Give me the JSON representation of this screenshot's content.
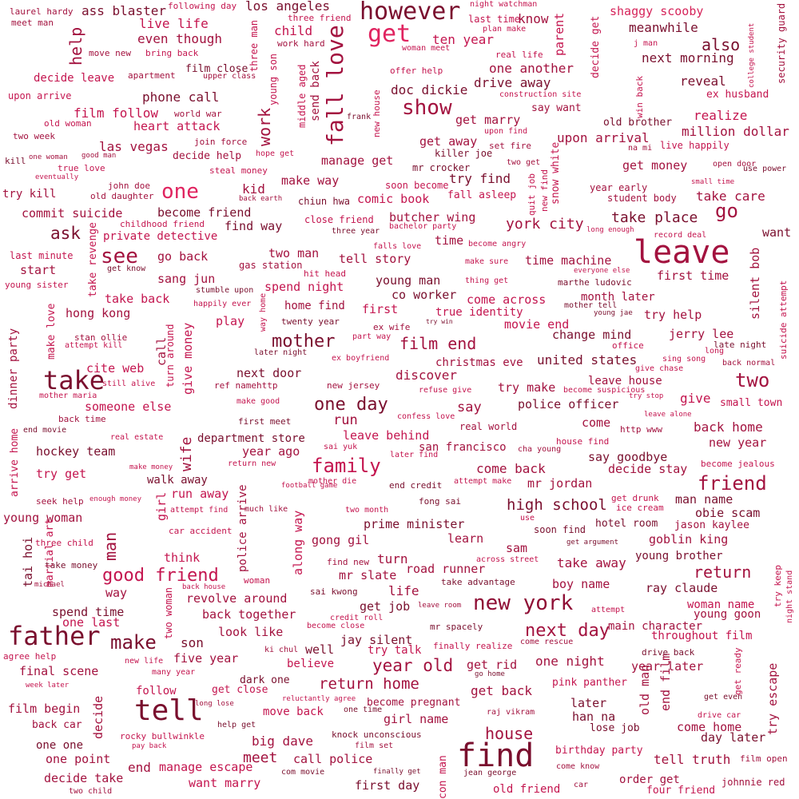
{
  "palette": [
    "#7a0f2e",
    "#a3123f",
    "#c4154f",
    "#e0235f",
    "#d6245a",
    "#8f0e35"
  ],
  "words": [
    {
      "text": "however"
    },
    {
      "text": "leave"
    },
    {
      "text": "find"
    },
    {
      "text": "take"
    },
    {
      "text": "father"
    },
    {
      "text": "tell"
    },
    {
      "text": "fall love"
    },
    {
      "text": "get"
    },
    {
      "text": "show"
    },
    {
      "text": "one"
    },
    {
      "text": "see"
    },
    {
      "text": "new york"
    },
    {
      "text": "make"
    },
    {
      "text": "family"
    },
    {
      "text": "two"
    },
    {
      "text": "go"
    },
    {
      "text": "friend"
    },
    {
      "text": "good friend"
    },
    {
      "text": "next day"
    },
    {
      "text": "one day"
    },
    {
      "text": "mother"
    },
    {
      "text": "work"
    },
    {
      "text": "help"
    },
    {
      "text": "man"
    },
    {
      "text": "year old"
    },
    {
      "text": "film end"
    },
    {
      "text": "high school"
    },
    {
      "text": "ask"
    },
    {
      "text": "return home"
    },
    {
      "text": "house"
    },
    {
      "text": "meet"
    },
    {
      "text": "return"
    },
    {
      "text": "also"
    },
    {
      "text": "york city"
    },
    {
      "text": "take place"
    },
    {
      "text": "wife"
    },
    {
      "text": "los angeles"
    },
    {
      "text": "ass blaster"
    },
    {
      "text": "live life"
    },
    {
      "text": "even though"
    },
    {
      "text": "child"
    },
    {
      "text": "ten year"
    },
    {
      "text": "know"
    },
    {
      "text": "shaggy scooby"
    },
    {
      "text": "meanwhile"
    },
    {
      "text": "next morning"
    },
    {
      "text": "reveal"
    },
    {
      "text": "doc dickie"
    },
    {
      "text": "one another"
    },
    {
      "text": "drive away"
    },
    {
      "text": "decide leave"
    },
    {
      "text": "phone call"
    },
    {
      "text": "film follow"
    },
    {
      "text": "heart attack"
    },
    {
      "text": "las vegas"
    },
    {
      "text": "realize"
    },
    {
      "text": "million dollar"
    },
    {
      "text": "upon arrival"
    },
    {
      "text": "get marry"
    },
    {
      "text": "get away"
    },
    {
      "text": "manage get"
    },
    {
      "text": "make way"
    },
    {
      "text": "try find"
    },
    {
      "text": "get money"
    },
    {
      "text": "take care"
    },
    {
      "text": "kid"
    },
    {
      "text": "comic book"
    },
    {
      "text": "commit suicide"
    },
    {
      "text": "become friend"
    },
    {
      "text": "butcher wing"
    },
    {
      "text": "find way"
    },
    {
      "text": "private detective"
    },
    {
      "text": "time"
    },
    {
      "text": "want"
    },
    {
      "text": "two man"
    },
    {
      "text": "tell story"
    },
    {
      "text": "time machine"
    },
    {
      "text": "go back"
    },
    {
      "text": "first time"
    },
    {
      "text": "start"
    },
    {
      "text": "sang jun"
    },
    {
      "text": "spend night"
    },
    {
      "text": "young man"
    },
    {
      "text": "co worker"
    },
    {
      "text": "take back"
    },
    {
      "text": "home find"
    },
    {
      "text": "first"
    },
    {
      "text": "come across"
    },
    {
      "text": "month later"
    },
    {
      "text": "hong kong"
    },
    {
      "text": "play"
    },
    {
      "text": "true identity"
    },
    {
      "text": "try help"
    },
    {
      "text": "movie end"
    },
    {
      "text": "change mind"
    },
    {
      "text": "jerry lee"
    },
    {
      "text": "christmas eve"
    },
    {
      "text": "united states"
    },
    {
      "text": "cite web"
    },
    {
      "text": "next door"
    },
    {
      "text": "discover"
    },
    {
      "text": "leave house"
    },
    {
      "text": "try make"
    },
    {
      "text": "give"
    },
    {
      "text": "someone else"
    },
    {
      "text": "run"
    },
    {
      "text": "say"
    },
    {
      "text": "police officer"
    },
    {
      "text": "small town"
    },
    {
      "text": "come"
    },
    {
      "text": "back home"
    },
    {
      "text": "department store"
    },
    {
      "text": "leave behind"
    },
    {
      "text": "san francisco"
    },
    {
      "text": "new year"
    },
    {
      "text": "hockey team"
    },
    {
      "text": "year ago"
    },
    {
      "text": "say goodbye"
    },
    {
      "text": "come back"
    },
    {
      "text": "decide stay"
    },
    {
      "text": "try get"
    },
    {
      "text": "walk away"
    },
    {
      "text": "mr jordan"
    },
    {
      "text": "run away"
    },
    {
      "text": "man name"
    },
    {
      "text": "obie scam"
    },
    {
      "text": "young woman"
    },
    {
      "text": "prime minister"
    },
    {
      "text": "gong gil"
    },
    {
      "text": "learn"
    },
    {
      "text": "hotel room"
    },
    {
      "text": "jason kaylee"
    },
    {
      "text": "goblin king"
    },
    {
      "text": "sam"
    },
    {
      "text": "think"
    },
    {
      "text": "turn"
    },
    {
      "text": "young brother"
    },
    {
      "text": "mr slate"
    },
    {
      "text": "road runner"
    },
    {
      "text": "take away"
    },
    {
      "text": "way"
    },
    {
      "text": "revolve around"
    },
    {
      "text": "life"
    },
    {
      "text": "boy name"
    },
    {
      "text": "ray claude"
    },
    {
      "text": "get job"
    },
    {
      "text": "woman name"
    },
    {
      "text": "spend time"
    },
    {
      "text": "one last"
    },
    {
      "text": "back together"
    },
    {
      "text": "young goon"
    },
    {
      "text": "main character"
    },
    {
      "text": "son"
    },
    {
      "text": "look like"
    },
    {
      "text": "jay silent"
    },
    {
      "text": "throughout film"
    },
    {
      "text": "five year"
    },
    {
      "text": "well"
    },
    {
      "text": "try talk"
    },
    {
      "text": "final scene"
    },
    {
      "text": "believe"
    },
    {
      "text": "get rid"
    },
    {
      "text": "one night"
    },
    {
      "text": "year later"
    },
    {
      "text": "dark one"
    },
    {
      "text": "pink panther"
    },
    {
      "text": "get back"
    },
    {
      "text": "film begin"
    },
    {
      "text": "follow"
    },
    {
      "text": "get close"
    },
    {
      "text": "later"
    },
    {
      "text": "move back"
    },
    {
      "text": "become pregnant"
    },
    {
      "text": "han na"
    },
    {
      "text": "back car"
    },
    {
      "text": "girl name"
    },
    {
      "text": "come home"
    },
    {
      "text": "lose job"
    },
    {
      "text": "day later"
    },
    {
      "text": "one one"
    },
    {
      "text": "big dave"
    },
    {
      "text": "one point"
    },
    {
      "text": "call police"
    },
    {
      "text": "birthday party"
    },
    {
      "text": "tell truth"
    },
    {
      "text": "end"
    },
    {
      "text": "manage escape"
    },
    {
      "text": "decide take"
    },
    {
      "text": "want marry"
    },
    {
      "text": "first day"
    },
    {
      "text": "old friend"
    },
    {
      "text": "order get"
    },
    {
      "text": "four friend"
    },
    {
      "text": "johnnie red"
    },
    {
      "text": "silent bob"
    },
    {
      "text": "call"
    },
    {
      "text": "give money"
    },
    {
      "text": "police arrive"
    },
    {
      "text": "along way"
    },
    {
      "text": "parent"
    },
    {
      "text": "decide get"
    },
    {
      "text": "old man"
    },
    {
      "text": "end film"
    },
    {
      "text": "try escape"
    },
    {
      "text": "decide"
    },
    {
      "text": "tai hoi"
    },
    {
      "text": "girl"
    },
    {
      "text": "dinner party"
    },
    {
      "text": "send back"
    },
    {
      "text": "snow white"
    },
    {
      "text": "security guard"
    },
    {
      "text": "take revenge"
    },
    {
      "text": "make love"
    },
    {
      "text": "arrive home"
    },
    {
      "text": "martial art"
    },
    {
      "text": "two woman"
    },
    {
      "text": "con man"
    },
    {
      "text": "turn around"
    },
    {
      "text": "middle aged"
    },
    {
      "text": "young son"
    },
    {
      "text": "three man"
    },
    {
      "text": "new house"
    },
    {
      "text": "new find"
    },
    {
      "text": "quit job"
    },
    {
      "text": "win back"
    },
    {
      "text": "get ready"
    },
    {
      "text": "try keep"
    },
    {
      "text": "night stand"
    },
    {
      "text": "suicide attempt"
    },
    {
      "text": "college student"
    },
    {
      "text": "way home"
    },
    {
      "text": "laurel hardy"
    },
    {
      "text": "meet man"
    },
    {
      "text": "following day"
    },
    {
      "text": "three friend"
    },
    {
      "text": "night watchman"
    },
    {
      "text": "last time"
    },
    {
      "text": "plan make"
    },
    {
      "text": "work hard"
    },
    {
      "text": "woman meet"
    },
    {
      "text": "j man"
    },
    {
      "text": "move new"
    },
    {
      "text": "bring back"
    },
    {
      "text": "real life"
    },
    {
      "text": "film close"
    },
    {
      "text": "apartment"
    },
    {
      "text": "upper class"
    },
    {
      "text": "offer help"
    },
    {
      "text": "upon arrive"
    },
    {
      "text": "world war"
    },
    {
      "text": "construction site"
    },
    {
      "text": "say want"
    },
    {
      "text": "ex husband"
    },
    {
      "text": "frank"
    },
    {
      "text": "old brother"
    },
    {
      "text": "old woman"
    },
    {
      "text": "two week"
    },
    {
      "text": "upon find"
    },
    {
      "text": "join force"
    },
    {
      "text": "set fire"
    },
    {
      "text": "na mi"
    },
    {
      "text": "live happily"
    },
    {
      "text": "decide help"
    },
    {
      "text": "killer joe"
    },
    {
      "text": "one woman"
    },
    {
      "text": "good man"
    },
    {
      "text": "kill"
    },
    {
      "text": "hope get"
    },
    {
      "text": "two get"
    },
    {
      "text": "open door"
    },
    {
      "text": "use power"
    },
    {
      "text": "true love"
    },
    {
      "text": "steal money"
    },
    {
      "text": "mr crocker"
    },
    {
      "text": "eventually"
    },
    {
      "text": "soon become"
    },
    {
      "text": "small time"
    },
    {
      "text": "john doe"
    },
    {
      "text": "year early"
    },
    {
      "text": "try kill"
    },
    {
      "text": "old daughter"
    },
    {
      "text": "back earth"
    },
    {
      "text": "chiun hwa"
    },
    {
      "text": "fall asleep"
    },
    {
      "text": "student body"
    },
    {
      "text": "childhood friend"
    },
    {
      "text": "close friend"
    },
    {
      "text": "bachelor party"
    },
    {
      "text": "three year"
    },
    {
      "text": "long enough"
    },
    {
      "text": "record deal"
    },
    {
      "text": "falls love"
    },
    {
      "text": "become angry"
    },
    {
      "text": "last minute"
    },
    {
      "text": "gas station"
    },
    {
      "text": "get know"
    },
    {
      "text": "make sure"
    },
    {
      "text": "everyone else"
    },
    {
      "text": "hit head"
    },
    {
      "text": "young sister"
    },
    {
      "text": "thing get"
    },
    {
      "text": "marthe ludovic"
    },
    {
      "text": "stumble upon"
    },
    {
      "text": "happily ever"
    },
    {
      "text": "mother tell"
    },
    {
      "text": "twenty year"
    },
    {
      "text": "try win"
    },
    {
      "text": "young jae"
    },
    {
      "text": "ex wife"
    },
    {
      "text": "part way"
    },
    {
      "text": "stan ollie"
    },
    {
      "text": "attempt kill"
    },
    {
      "text": "office"
    },
    {
      "text": "late night"
    },
    {
      "text": "later night"
    },
    {
      "text": "sing song"
    },
    {
      "text": "long"
    },
    {
      "text": "ex boyfriend"
    },
    {
      "text": "back normal"
    },
    {
      "text": "give chase"
    },
    {
      "text": "mother maria"
    },
    {
      "text": "still alive"
    },
    {
      "text": "ref namehttp"
    },
    {
      "text": "new jersey"
    },
    {
      "text": "refuse give"
    },
    {
      "text": "become suspicious"
    },
    {
      "text": "try stop"
    },
    {
      "text": "make good"
    },
    {
      "text": "back time"
    },
    {
      "text": "first meet"
    },
    {
      "text": "confess love"
    },
    {
      "text": "leave alone"
    },
    {
      "text": "end movie"
    },
    {
      "text": "real world"
    },
    {
      "text": "http www"
    },
    {
      "text": "real estate"
    },
    {
      "text": "sai yuk"
    },
    {
      "text": "later find"
    },
    {
      "text": "cha young"
    },
    {
      "text": "house find"
    },
    {
      "text": "make money"
    },
    {
      "text": "return new"
    },
    {
      "text": "become jealous"
    },
    {
      "text": "mother die"
    },
    {
      "text": "football game"
    },
    {
      "text": "end credit"
    },
    {
      "text": "attempt make"
    },
    {
      "text": "seek help"
    },
    {
      "text": "enough money"
    },
    {
      "text": "fong sai"
    },
    {
      "text": "get drunk"
    },
    {
      "text": "ice cream"
    },
    {
      "text": "attempt find"
    },
    {
      "text": "much like"
    },
    {
      "text": "two month"
    },
    {
      "text": "use"
    },
    {
      "text": "soon find"
    },
    {
      "text": "car accident"
    },
    {
      "text": "get argument"
    },
    {
      "text": "three child"
    },
    {
      "text": "take money"
    },
    {
      "text": "woman"
    },
    {
      "text": "find new"
    },
    {
      "text": "across street"
    },
    {
      "text": "michael"
    },
    {
      "text": "back house"
    },
    {
      "text": "sai kwong"
    },
    {
      "text": "take advantage"
    },
    {
      "text": "leave room"
    },
    {
      "text": "attempt"
    },
    {
      "text": "credit roll"
    },
    {
      "text": "become close"
    },
    {
      "text": "mr spacely"
    },
    {
      "text": "drive back"
    },
    {
      "text": "agree help"
    },
    {
      "text": "ki chul"
    },
    {
      "text": "finally realize"
    },
    {
      "text": "come rescue"
    },
    {
      "text": "new life"
    },
    {
      "text": "many year"
    },
    {
      "text": "go home"
    },
    {
      "text": "week later"
    },
    {
      "text": "long lose"
    },
    {
      "text": "reluctantly agree"
    },
    {
      "text": "one time"
    },
    {
      "text": "get even"
    },
    {
      "text": "raj vikram"
    },
    {
      "text": "drive car"
    },
    {
      "text": "help get"
    },
    {
      "text": "rocky bullwinkle"
    },
    {
      "text": "knock unconscious"
    },
    {
      "text": "pay back"
    },
    {
      "text": "film set"
    },
    {
      "text": "come know"
    },
    {
      "text": "film open"
    },
    {
      "text": "com movie"
    },
    {
      "text": "finally get"
    },
    {
      "text": "jean george"
    },
    {
      "text": "car"
    },
    {
      "text": "two child"
    }
  ]
}
